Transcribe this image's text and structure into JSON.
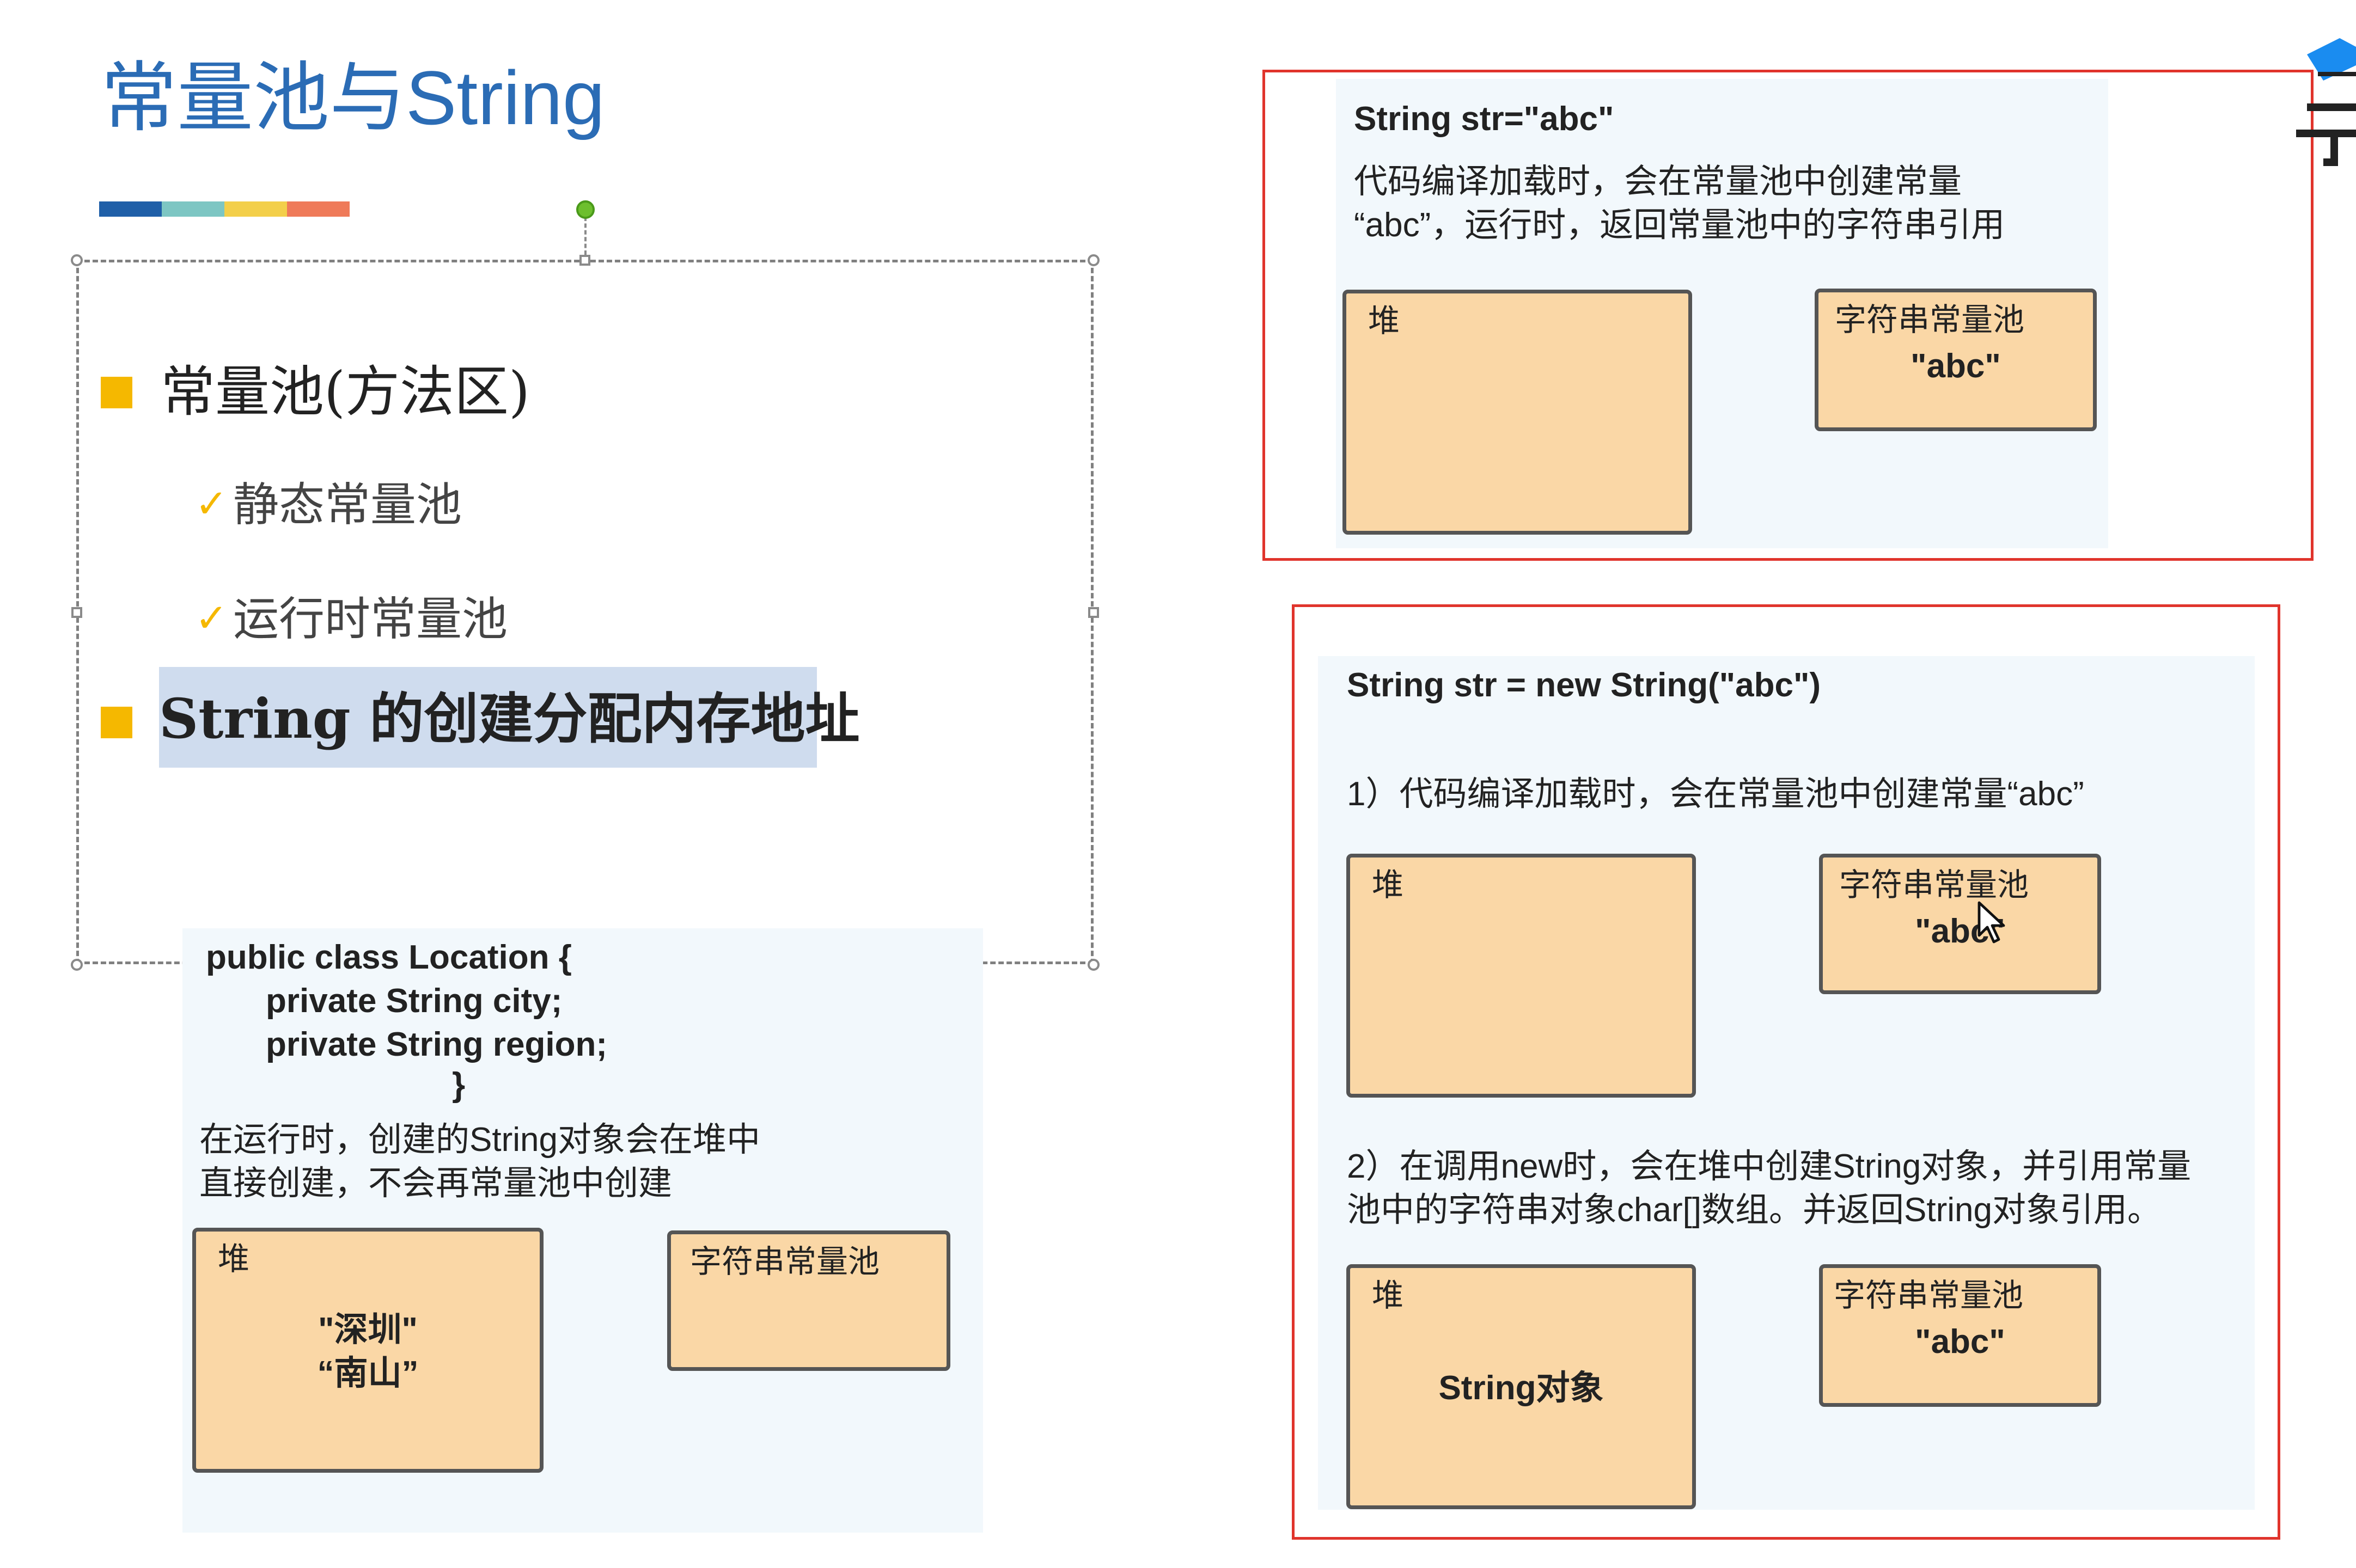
{
  "slide": {
    "title": "常量池与String",
    "title_bar_colors": [
      "#1f5fa8",
      "#7dc6c3",
      "#f3cf4a",
      "#ef7a59"
    ],
    "bullet_1": "常量池(方法区)",
    "bullet_1_sub_1": "静态常量池",
    "bullet_1_sub_2": "运行时常量池",
    "bullet_2": "String 的创建分配内存地址",
    "check_mark": "✓"
  },
  "diagram_location": {
    "code": [
      "public class Location {",
      "private String city;",
      "private String region;",
      "}"
    ],
    "description": [
      "在运行时，创建的String对象会在堆中",
      "直接创建，不会再常量池中创建"
    ],
    "heap_label": "堆",
    "heap_values": [
      "\"深圳\"",
      "“南山”"
    ],
    "pool_label": "字符串常量池"
  },
  "diagram_literal": {
    "code": "String str=\"abc\"",
    "description": [
      "代码编译加载时，会在常量池中创建常量",
      "“abc”，运行时，返回常量池中的字符串引用"
    ],
    "heap_label": "堆",
    "pool_label": "字符串常量池",
    "pool_value": "\"abc\""
  },
  "diagram_new": {
    "code": "String str = new String(\"abc\")",
    "step_1": "1）代码编译加载时，会在常量池中创建常量“abc”",
    "heap_label_1": "堆",
    "pool_label_1": "字符串常量池",
    "pool_value_1": "\"abc\"",
    "step_2": [
      "2）在调用new时，会在堆中创建String对象，并引用常量",
      "池中的字符串对象char[]数组。并返回String对象引用。"
    ],
    "heap_label_2": "堆",
    "heap_value_2": "String对象",
    "pool_label_2": "字符串常量池",
    "pool_value_2": "\"abc\""
  },
  "colors": {
    "title": "#2b6cb5",
    "bullet": "#f5b800",
    "memory_box_fill": "#fad7a6",
    "frame_red": "#e0342c",
    "highlight": "#cfdcee"
  },
  "icons": [
    "check-icon",
    "graduation-cap-icon",
    "cursor-icon"
  ]
}
